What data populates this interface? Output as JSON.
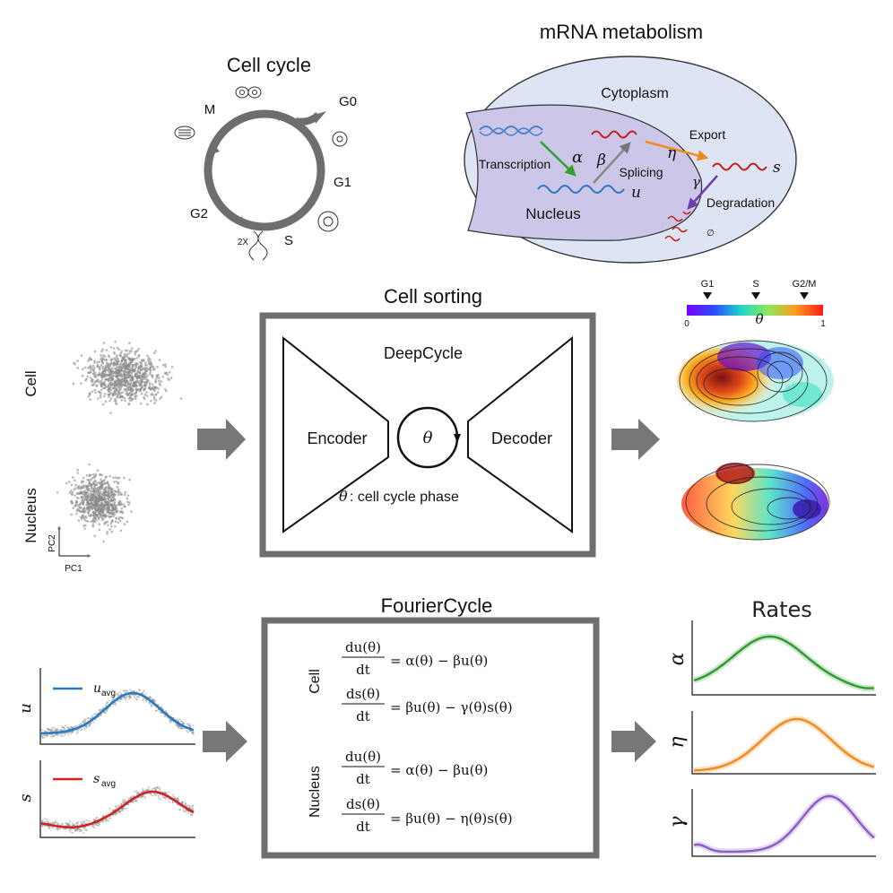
{
  "cell_cycle": {
    "title": "Cell cycle",
    "phases": [
      "M",
      "G0",
      "G1",
      "S",
      "G2"
    ],
    "dna_label": "2X"
  },
  "mrna": {
    "title": "mRNA metabolism",
    "cytoplasm": "Cytoplasm",
    "nucleus": "Nucleus",
    "transcription": "Transcription",
    "splicing": "Splicing",
    "export": "Export",
    "degradation": "Degradation",
    "alpha": "α",
    "beta": "β",
    "eta": "η",
    "gamma": "γ",
    "u": "u",
    "s": "s",
    "empty": "∅"
  },
  "sorting": {
    "title": "Cell sorting",
    "left_labels": [
      "Cell",
      "Nucleus"
    ],
    "pc1": "PC1",
    "pc2": "PC2",
    "model": "DeepCycle",
    "encoder": "Encoder",
    "decoder": "Decoder",
    "theta": "θ",
    "phase_caption": ": cell cycle phase",
    "colorbar": {
      "ticks": [
        "G1",
        "S",
        "G2/M"
      ],
      "min": "0",
      "max": "1",
      "label": "θ"
    }
  },
  "fourier": {
    "title": "FourierCycle",
    "cell_label": "Cell",
    "nucleus_label": "Nucleus",
    "u_label": "u",
    "s_label": "s",
    "u_legend": "u",
    "s_legend": "s",
    "avg": "avg"
  },
  "rates": {
    "title": "Rates",
    "labels": [
      "α",
      "η",
      "γ"
    ],
    "colors": [
      "#2e9a2e",
      "#f08a1e",
      "#8a5cc4"
    ]
  },
  "colors": {
    "arrow": "#777777",
    "u_line": "#2b7bbf",
    "s_line": "#d02424"
  }
}
